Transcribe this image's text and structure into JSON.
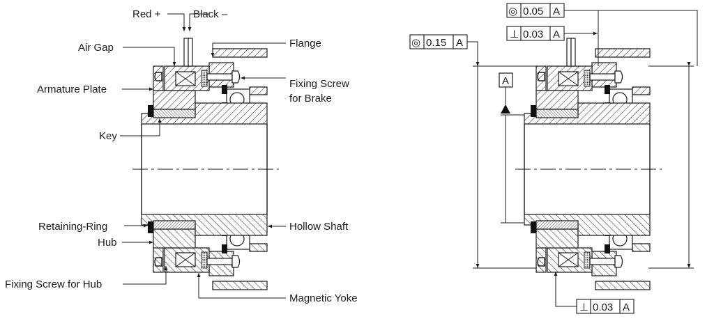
{
  "left_labels": {
    "red": "Red +",
    "black": "Black –",
    "air_gap": "Air Gap",
    "armature_plate": "Armature Plate",
    "key": "Key",
    "flange": "Flange",
    "fixing_screw_brake_1": "Fixing Screw",
    "fixing_screw_brake_2": "for Brake",
    "retaining_ring": "Retaining-Ring",
    "hub": "Hub",
    "fixing_screw_hub": "Fixing Screw for Hub",
    "hollow_shaft": "Hollow Shaft",
    "magnetic_yoke": "Magnetic Yoke"
  },
  "tolerances": {
    "coax_top": {
      "symbol": "◎",
      "value": "0.05",
      "datum": "A"
    },
    "perp_top": {
      "symbol": "⊥",
      "value": "0.03",
      "datum": "A"
    },
    "coax_left": {
      "symbol": "◎",
      "value": "0.15",
      "datum": "A"
    },
    "perp_bottom": {
      "symbol": "⊥",
      "value": "0.03",
      "datum": "A"
    },
    "datum_label": "A"
  }
}
